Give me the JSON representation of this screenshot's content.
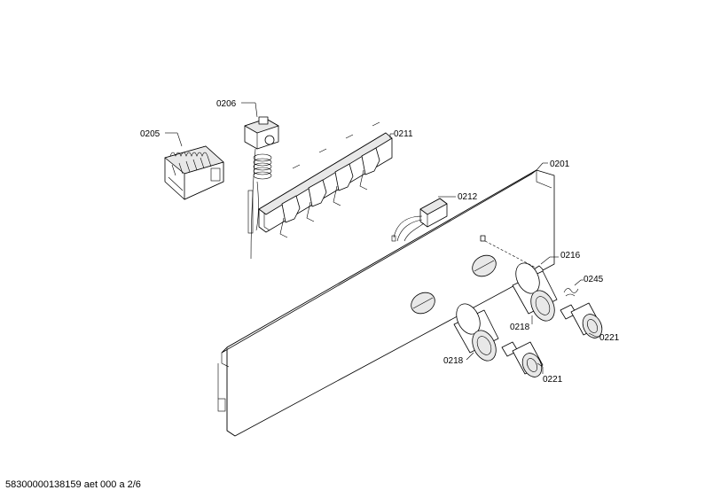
{
  "callouts": {
    "p0205": "0205",
    "p0206": "0206",
    "p0211": "0211",
    "p0201": "0201",
    "p0212": "0212",
    "p0216": "0216",
    "p0245": "0245",
    "p0218a": "0218",
    "p0221a": "0221",
    "p0218b": "0218",
    "p0221b": "0221"
  },
  "footer": {
    "code": "58300000138159 aet 000 a 2/6"
  }
}
